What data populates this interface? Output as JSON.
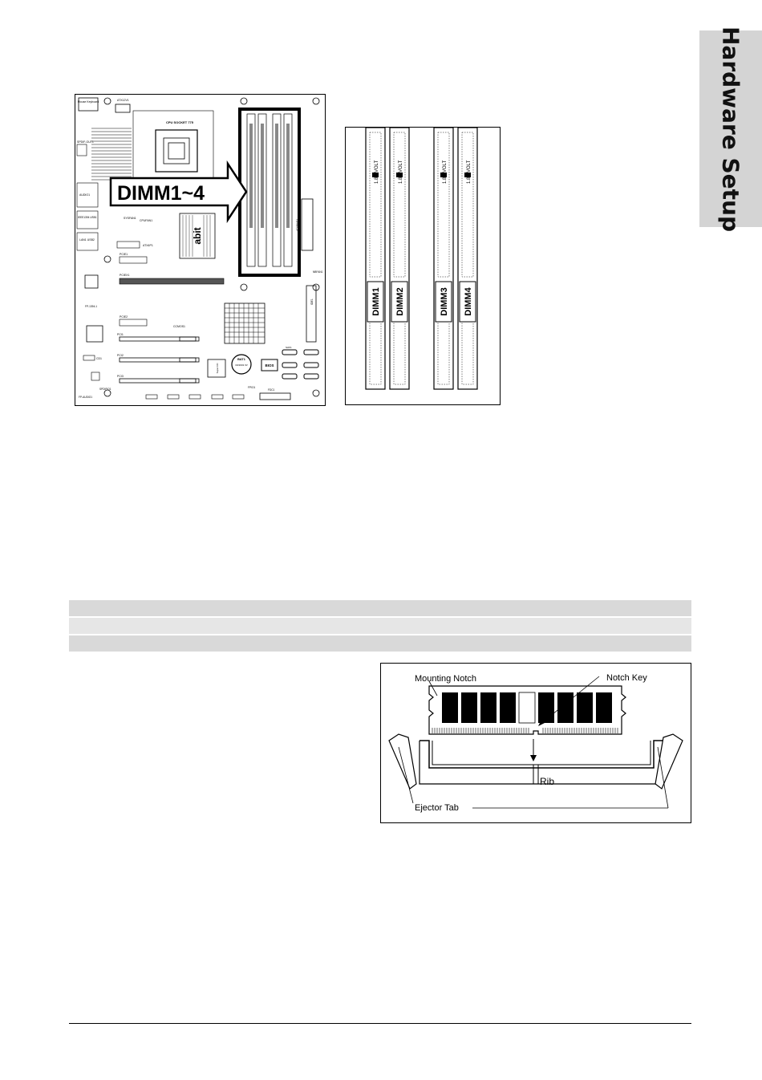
{
  "side_tab": {
    "label": "Hardware Setup"
  },
  "motherboard": {
    "callout": "DIMM1~4",
    "labels": {
      "mouse_keyboard": "Mouse Keyboard",
      "atx12v": "ATX12V1",
      "cpu_socket": "CPU SOCKET 775",
      "spdif_out": "SPDIF-OUT1",
      "audio": "AUDIO1",
      "ieee1394": "IEEE1394 USB1",
      "lan": "LAN1 USB2",
      "sysfan": "SYSFAN1",
      "cpufan": "CPUFAN1",
      "brand": "abit",
      "atx4p": "ATX4P1",
      "pcie1": "PCIE1",
      "pciex1": "PCIEX1",
      "fp_1394": "FP-1394-1",
      "pcie2": "PCIE2",
      "ccmos": "CCMOS1",
      "pci1": "PCI1",
      "pci2": "PCI2",
      "pci3": "PCI3",
      "cd1": "CD1",
      "bat1": "BAT1",
      "bat_spec": "CR2032 3V",
      "bios": "BIOS",
      "sata": "SATA",
      "fdc": "FDC1",
      "fpio": "FPIO1",
      "spdifio": "SPDIFIO1",
      "fp_audio": "FP-AUDIO1",
      "atxpwr": "ATXPWR1",
      "ide1": "IDE1",
      "nbfan": "NBFAN1",
      "superio": "Super I/O"
    }
  },
  "dimm_panel": {
    "slots": [
      "DIMM1",
      "DIMM2",
      "DIMM3",
      "DIMM4"
    ],
    "voltage_label": "1.8V VOLT"
  },
  "module_diagram": {
    "mounting_notch": "Mounting Notch",
    "notch_key": "Notch Key",
    "rib": "Rib",
    "ejector_tab": "Ejector Tab"
  }
}
